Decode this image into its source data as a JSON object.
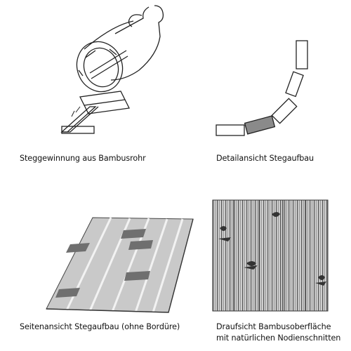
{
  "panels": {
    "p1": {
      "caption": "Steggewinnung aus Bambusrohr"
    },
    "p2": {
      "caption": "Detailansicht Stegaufbau"
    },
    "p3": {
      "caption": "Seitenansicht Stegaufbau (ohne Bordüre)"
    },
    "p4": {
      "caption_line1": "Draufsicht Bambusoberfläche",
      "caption_line2": "mit natürlichen Nodienschnitten"
    }
  },
  "colors": {
    "stroke": "#222222",
    "highlight_slat": "#8a8a8a",
    "board_fill": "#c9c9c9",
    "node_band": "#6f6f6f",
    "texture_dark": "#555555",
    "texture_light": "#bdbdbd"
  },
  "icons": [
    "bamboo-tube-icon",
    "slat-chain-icon",
    "bamboo-mat-perspective-icon",
    "bamboo-surface-texture-icon"
  ]
}
